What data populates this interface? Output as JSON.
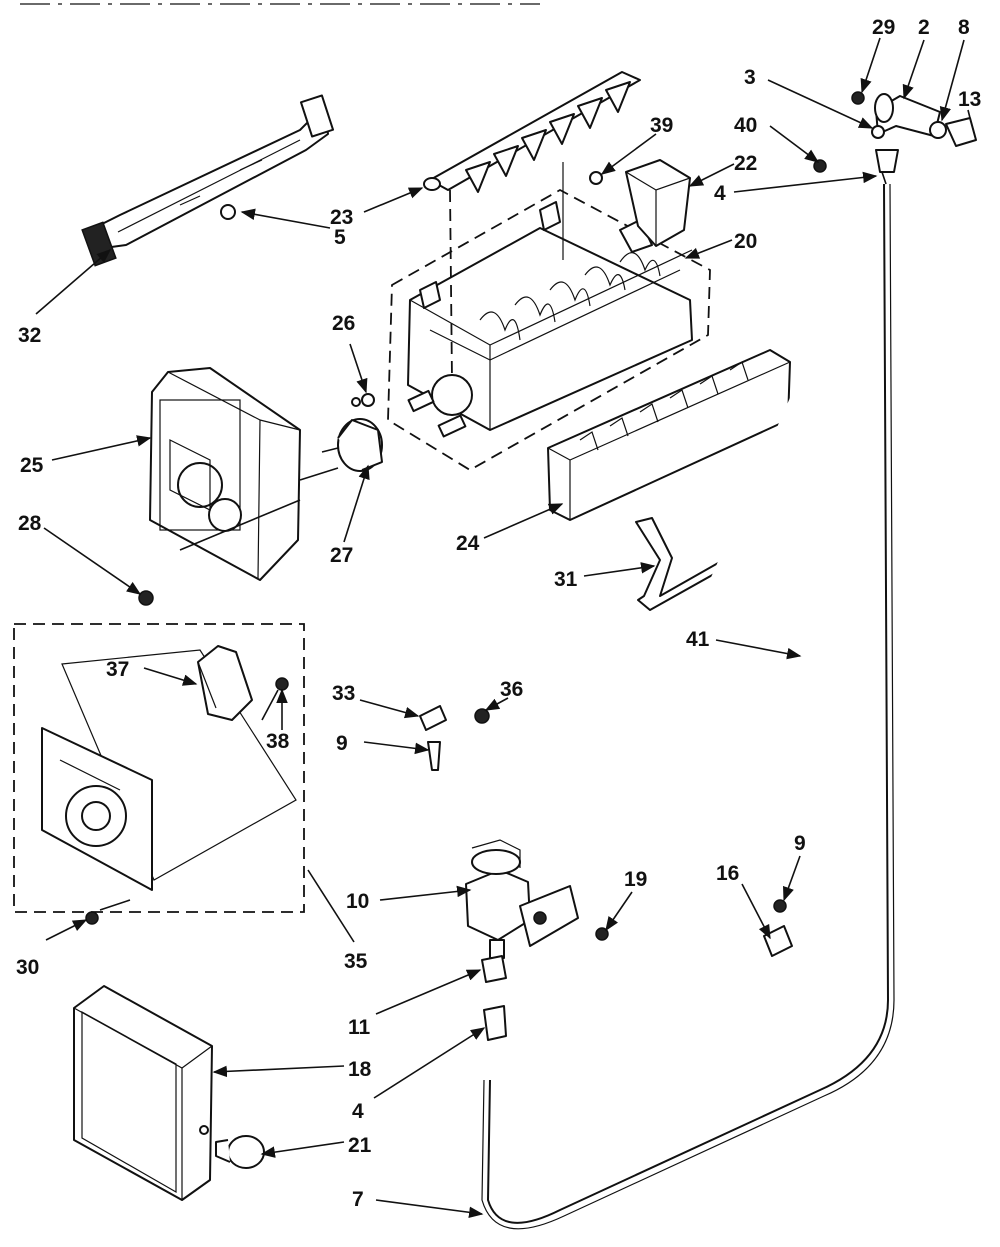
{
  "diagram": {
    "callouts": [
      {
        "id": "c29",
        "text": "29"
      },
      {
        "id": "c2",
        "text": "2"
      },
      {
        "id": "c8",
        "text": "8"
      },
      {
        "id": "c13",
        "text": "13"
      },
      {
        "id": "c3",
        "text": "3"
      },
      {
        "id": "c40",
        "text": "40"
      },
      {
        "id": "c39",
        "text": "39"
      },
      {
        "id": "c22",
        "text": "22"
      },
      {
        "id": "c4a",
        "text": "4"
      },
      {
        "id": "c23",
        "text": "23"
      },
      {
        "id": "c20",
        "text": "20"
      },
      {
        "id": "c5",
        "text": "5"
      },
      {
        "id": "c32",
        "text": "32"
      },
      {
        "id": "c26",
        "text": "26"
      },
      {
        "id": "c25",
        "text": "25"
      },
      {
        "id": "c28",
        "text": "28"
      },
      {
        "id": "c27",
        "text": "27"
      },
      {
        "id": "c24",
        "text": "24"
      },
      {
        "id": "c31",
        "text": "31"
      },
      {
        "id": "c41",
        "text": "41"
      },
      {
        "id": "c37",
        "text": "37"
      },
      {
        "id": "c38",
        "text": "38"
      },
      {
        "id": "c33",
        "text": "33"
      },
      {
        "id": "c36",
        "text": "36"
      },
      {
        "id": "c9a",
        "text": "9"
      },
      {
        "id": "c10",
        "text": "10"
      },
      {
        "id": "c19",
        "text": "19"
      },
      {
        "id": "c9b",
        "text": "9"
      },
      {
        "id": "c16",
        "text": "16"
      },
      {
        "id": "c30",
        "text": "30"
      },
      {
        "id": "c35",
        "text": "35"
      },
      {
        "id": "c11",
        "text": "11"
      },
      {
        "id": "c18",
        "text": "18"
      },
      {
        "id": "c4b",
        "text": "4"
      },
      {
        "id": "c21",
        "text": "21"
      },
      {
        "id": "c7",
        "text": "7"
      }
    ]
  }
}
